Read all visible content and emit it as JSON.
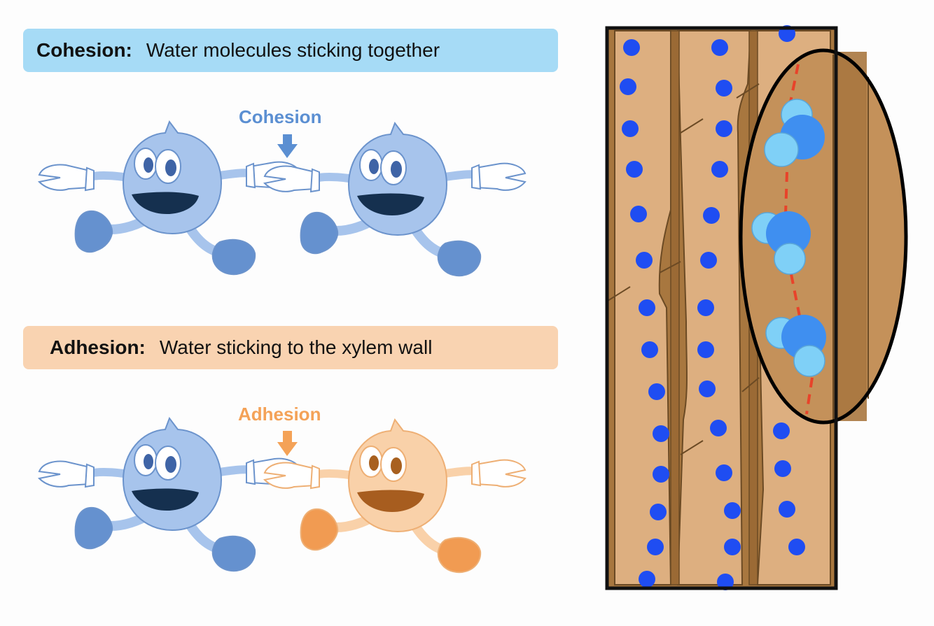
{
  "cohesion": {
    "term": "Cohesion:",
    "definition": "Water molecules sticking together",
    "callout": "Cohesion"
  },
  "adhesion": {
    "term": "Adhesion:",
    "definition": "Water sticking to the xylem wall",
    "callout": "Adhesion"
  },
  "colors": {
    "cohesion_banner": "#a6dbf6",
    "adhesion_banner": "#f9d3b1",
    "cohesion_accent": "#5b8fd2",
    "adhesion_accent": "#f4a257",
    "water_body": "#a7c4ec",
    "water_dark": "#6591cf",
    "wall_body": "#f8cfa6",
    "wall_dark": "#f09a52",
    "xylem_light": "#ddaf80",
    "xylem_dark": "#a8773f",
    "water_dot": "#1f4df2",
    "hydrogen_bond": "#e8432a"
  },
  "icons": [
    "cohesion-arrow-icon",
    "adhesion-arrow-icon",
    "water-molecule-icon",
    "xylem-wall-icon"
  ]
}
